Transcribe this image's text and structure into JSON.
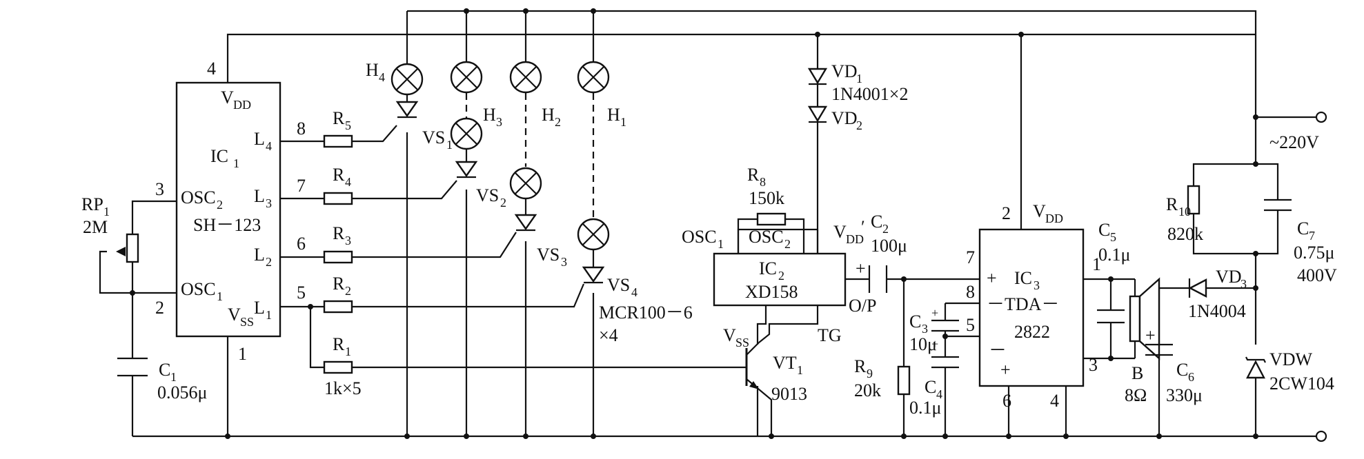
{
  "ic1": {
    "name": "IC",
    "sub": "1",
    "part": "SH－123",
    "vdd": "V",
    "vdd_sub": "DD",
    "vss": "V",
    "vss_sub": "SS",
    "osc2": "OSC",
    "osc2_sub": "2",
    "osc1": "OSC",
    "osc1_sub": "1",
    "l4": "L",
    "l4_sub": "4",
    "l3": "L",
    "l3_sub": "3",
    "l2": "L",
    "l2_sub": "2",
    "l1": "L",
    "l1_sub": "1",
    "pins": {
      "p4": "4",
      "p8": "8",
      "p7": "7",
      "p6": "6",
      "p5": "5",
      "p3": "3",
      "p2": "2",
      "p1": "1"
    }
  },
  "rp1": {
    "name": "RP",
    "sub": "1",
    "value": "2M"
  },
  "c1": {
    "name": "C",
    "sub": "1",
    "value": "0.056μ"
  },
  "res": {
    "r5": "R",
    "r5s": "5",
    "r4": "R",
    "r4s": "4",
    "r3": "R",
    "r3s": "3",
    "r2": "R",
    "r2s": "2",
    "r1": "R",
    "r1s": "1",
    "note": "1k×5"
  },
  "lamps": {
    "h4": "H",
    "h4s": "4",
    "h3": "H",
    "h3s": "3",
    "h2": "H",
    "h2s": "2",
    "h1": "H",
    "h1s": "1"
  },
  "scr": {
    "vs1": "VS",
    "vs1s": "1",
    "vs2": "VS",
    "vs2s": "2",
    "vs3": "VS",
    "vs3s": "3",
    "vs4": "VS",
    "vs4s": "4",
    "part": "MCR100－6",
    "count": "×4"
  },
  "vd": {
    "vd1": "VD",
    "vd1s": "1",
    "part": "1N4001×2",
    "vd2": "VD",
    "vd2s": "2"
  },
  "ic2": {
    "name": "IC",
    "sub": "2",
    "part": "XD158",
    "osc1": "OSC",
    "osc1s": "1",
    "osc2": "OSC",
    "osc2s": "2",
    "vdd": "V",
    "vdds": "DD",
    "vddp": "′",
    "vss": "V",
    "vsss": "SS",
    "tg": "TG",
    "op": "O/P",
    "plus": "+"
  },
  "r8": {
    "name": "R",
    "sub": "8",
    "value": "150k"
  },
  "c2": {
    "name": "C",
    "sub": "2",
    "value": "100μ"
  },
  "vt1": {
    "name": "VT",
    "sub": "1",
    "part": "9013"
  },
  "r9": {
    "name": "R",
    "sub": "9",
    "value": "20k"
  },
  "c3": {
    "name": "C",
    "sub": "3",
    "value": "10μ"
  },
  "c4": {
    "name": "C",
    "sub": "4",
    "value": "0.1μ"
  },
  "ic3": {
    "name": "IC",
    "sub": "3",
    "part1": "－TDA－",
    "part2": "2822",
    "vdd": "V",
    "vdds": "DD",
    "plus": "+",
    "minus": "－",
    "plus2": "+",
    "minus2": "－",
    "pins": {
      "p2": "2",
      "p7": "7",
      "p8": "8",
      "p5": "5",
      "p1": "1",
      "p3": "3",
      "p6": "6",
      "p4": "4"
    }
  },
  "c5": {
    "name": "C",
    "sub": "5",
    "value": "0.1μ"
  },
  "spk": {
    "name": "B",
    "value": "8Ω"
  },
  "c6": {
    "name": "C",
    "sub": "6",
    "value": "330μ",
    "plus": "+"
  },
  "r10": {
    "name": "R",
    "sub": "10",
    "value": "820k"
  },
  "c7": {
    "name": "C",
    "sub": "7",
    "value": "0.75μ",
    "voltage": "400V"
  },
  "vd3": {
    "name": "VD",
    "sub": "3",
    "part": "1N4004"
  },
  "vdw": {
    "name": "VDW",
    "part": "2CW104"
  },
  "supply": {
    "label": "~220V"
  }
}
